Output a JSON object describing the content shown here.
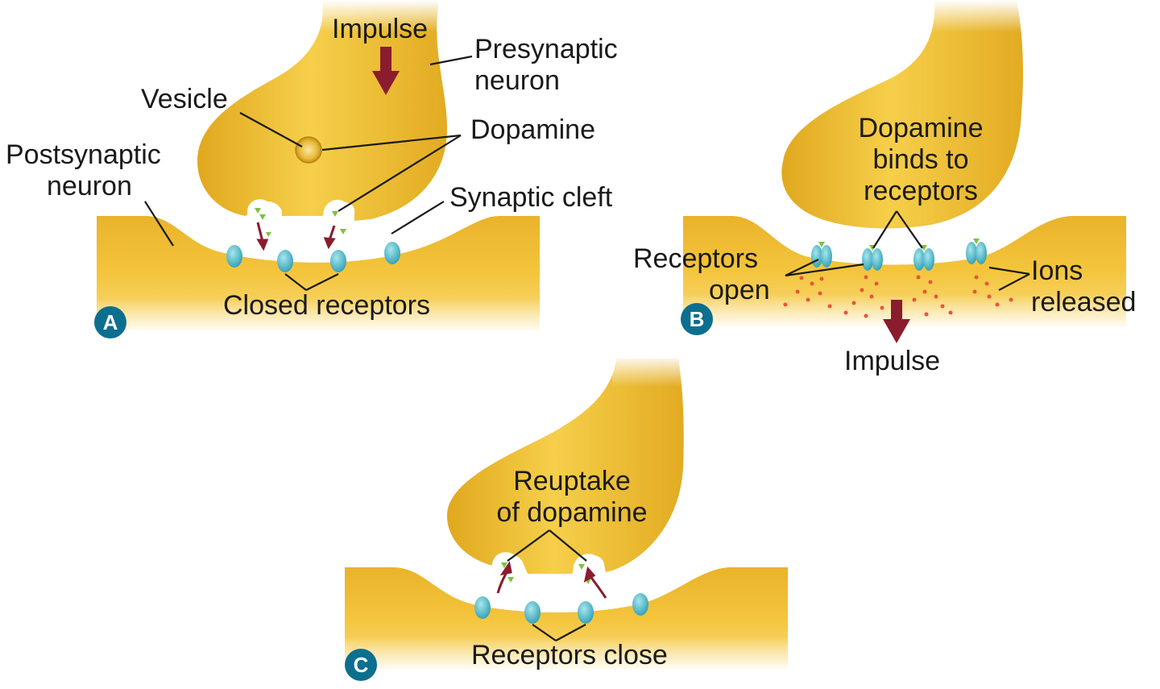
{
  "panels": {
    "A": {
      "badge": "A",
      "labels": {
        "impulse": "Impulse",
        "presynaptic_line1": "Presynaptic",
        "presynaptic_line2": "neuron",
        "vesicle": "Vesicle",
        "dopamine": "Dopamine",
        "postsynaptic_line1": "Postsynaptic",
        "postsynaptic_line2": "neuron",
        "synaptic_cleft": "Synaptic cleft",
        "closed_receptors": "Closed receptors"
      }
    },
    "B": {
      "badge": "B",
      "labels": {
        "dopamine_binds_line1": "Dopamine",
        "dopamine_binds_line2": "binds to",
        "dopamine_binds_line3": "receptors",
        "receptors_open_line1": "Receptors",
        "receptors_open_line2": "open",
        "ions_line1": "Ions",
        "ions_line2": "released",
        "impulse": "Impulse"
      }
    },
    "C": {
      "badge": "C",
      "labels": {
        "reuptake_line1": "Reuptake",
        "reuptake_line2": "of dopamine",
        "receptors_close": "Receptors close"
      }
    }
  },
  "colors": {
    "neuron": "#f2c233",
    "neuron_shadow": "#d9a21c",
    "receptor": "#5cc3cf",
    "arrow": "#8b1c2e",
    "dopamine": "#7dc242",
    "ion": "#e8553a",
    "badge": "#0c6f8f"
  }
}
